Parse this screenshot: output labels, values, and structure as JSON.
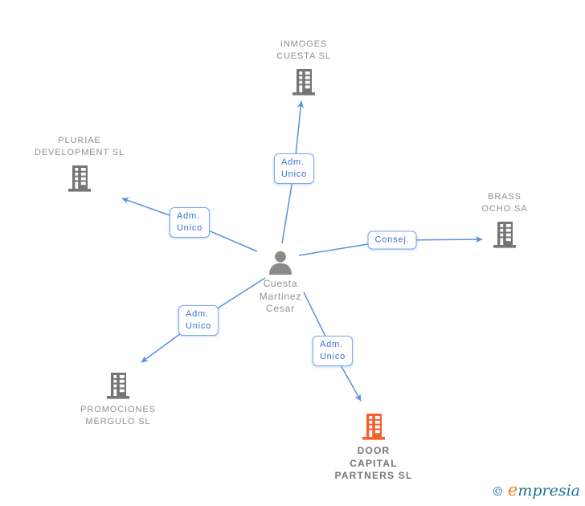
{
  "person": {
    "name_lines": [
      "Cuesta",
      "Martinez",
      "Cesar"
    ]
  },
  "companies": [
    {
      "id": "inmoges",
      "name_lines": [
        "INMOGES",
        "CUESTA SL"
      ]
    },
    {
      "id": "pluriae",
      "name_lines": [
        "PLURIAE",
        "DEVELOPMENT SL"
      ]
    },
    {
      "id": "brass",
      "name_lines": [
        "BRASS",
        "OCHO SA"
      ]
    },
    {
      "id": "promociones",
      "name_lines": [
        "PROMOCIONES",
        "MERGULO SL"
      ]
    },
    {
      "id": "door",
      "name_lines": [
        "DOOR",
        "CAPITAL",
        "PARTNERS SL"
      ]
    }
  ],
  "edge_labels": [
    {
      "target": "inmoges",
      "lines": [
        "Adm.",
        "Unico"
      ]
    },
    {
      "target": "pluriae",
      "lines": [
        "Adm.",
        "Unico"
      ]
    },
    {
      "target": "brass",
      "lines": [
        "Consej."
      ]
    },
    {
      "target": "promociones",
      "lines": [
        "Adm.",
        "Unico"
      ]
    },
    {
      "target": "door",
      "lines": [
        "Adm.",
        "Unico"
      ]
    }
  ],
  "footer": {
    "copyright_symbol": "©",
    "brand_first_letter": "e",
    "brand_rest": "mpresia"
  },
  "colors": {
    "edge_blue": "#5b8fe0",
    "box_border": "#7aa6ea",
    "box_text": "#3c6fd5",
    "icon_gray": "#757575",
    "person_gray": "#8a8a8a",
    "icon_orange": "#f4602c",
    "label_gray": "#8f8f8f",
    "door_label_gray": "#767676",
    "logo_teal": "#1a7295",
    "logo_orange": "#ef8118"
  }
}
